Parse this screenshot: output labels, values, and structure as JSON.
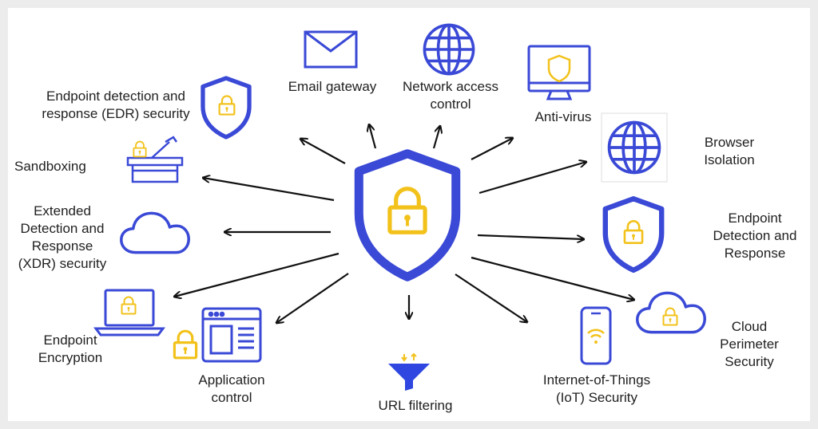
{
  "colors": {
    "accent_blue": "#3a49d6",
    "lock_yellow": "#f2c21b",
    "arrow": "#111111",
    "text": "#1f1f1f"
  },
  "labels": {
    "edr": "Endpoint detection and\nresponse (EDR) security",
    "sandboxing": "Sandboxing",
    "xdr": "Extended\nDetection and\nResponse\n(XDR) security",
    "encryption": "Endpoint\nEncryption",
    "app_control": "Application\ncontrol",
    "email": "Email gateway",
    "nac": "Network access\ncontrol",
    "antivirus": "Anti-virus",
    "browser": "Browser\nIsolation",
    "edr2": "Endpoint\nDetection and\nResponse",
    "cloud": "Cloud\nPerimeter\nSecurity",
    "iot": "Internet-of-Things\n(IoT) Security",
    "url": "URL filtering"
  },
  "icons": {
    "center": "shield-lock-icon",
    "edr": "shield-lock-icon",
    "sandboxing": "sandbox-icon",
    "xdr": "cloud-icon",
    "encryption": "laptop-lock-icon",
    "app_control": "browser-window-lock-icon",
    "email": "envelope-icon",
    "nac": "globe-icon",
    "antivirus": "monitor-shield-icon",
    "browser": "globe-icon",
    "edr2": "shield-lock-icon",
    "cloud": "cloud-lock-icon",
    "iot": "phone-wifi-icon",
    "url": "funnel-icon"
  }
}
